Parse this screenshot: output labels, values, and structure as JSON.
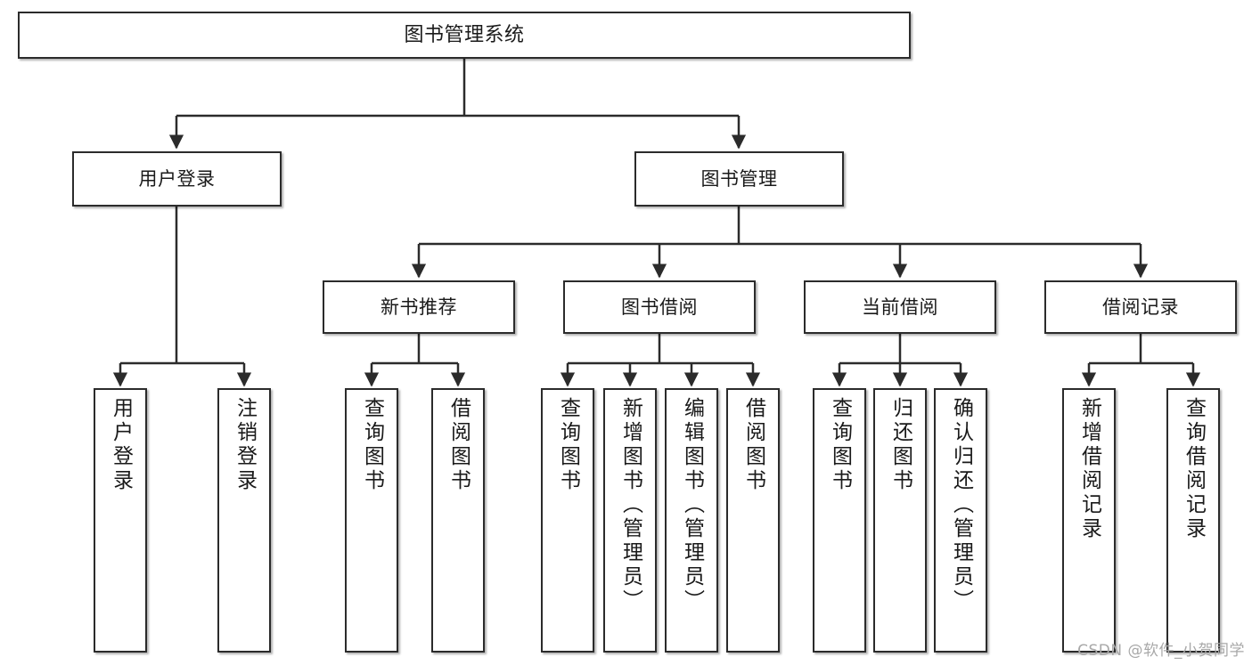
{
  "diagram": {
    "title": "图书管理系统",
    "type": "tree-hierarchy",
    "watermark": "CSDN @软件_小贺同学",
    "colors": {
      "node_border": "#2b2b2b",
      "node_fill": "#ffffff",
      "connector": "#2b2b2b",
      "watermark": "#a8a8a8",
      "background": "#ffffff"
    },
    "levels": {
      "root": {
        "label": "图书管理系统"
      },
      "level2": [
        {
          "label": "用户登录"
        },
        {
          "label": "图书管理"
        }
      ],
      "level3": [
        {
          "label": "新书推荐"
        },
        {
          "label": "图书借阅"
        },
        {
          "label": "当前借阅"
        },
        {
          "label": "借阅记录"
        }
      ],
      "leaves": {
        "user_login": [
          {
            "label": "用户登录"
          },
          {
            "label": "注销登录"
          }
        ],
        "new_book_recommend": [
          {
            "label": "查询图书"
          },
          {
            "label": "借阅图书"
          }
        ],
        "book_borrow": [
          {
            "label": "查询图书"
          },
          {
            "label": "新增图书（管理员）"
          },
          {
            "label": "编辑图书（管理员）"
          },
          {
            "label": "借阅图书"
          }
        ],
        "current_borrow": [
          {
            "label": "查询图书"
          },
          {
            "label": "归还图书"
          },
          {
            "label": "确认归还（管理员）"
          }
        ],
        "borrow_record": [
          {
            "label": "新增借阅记录"
          },
          {
            "label": "查询借阅记录"
          }
        ]
      }
    }
  }
}
